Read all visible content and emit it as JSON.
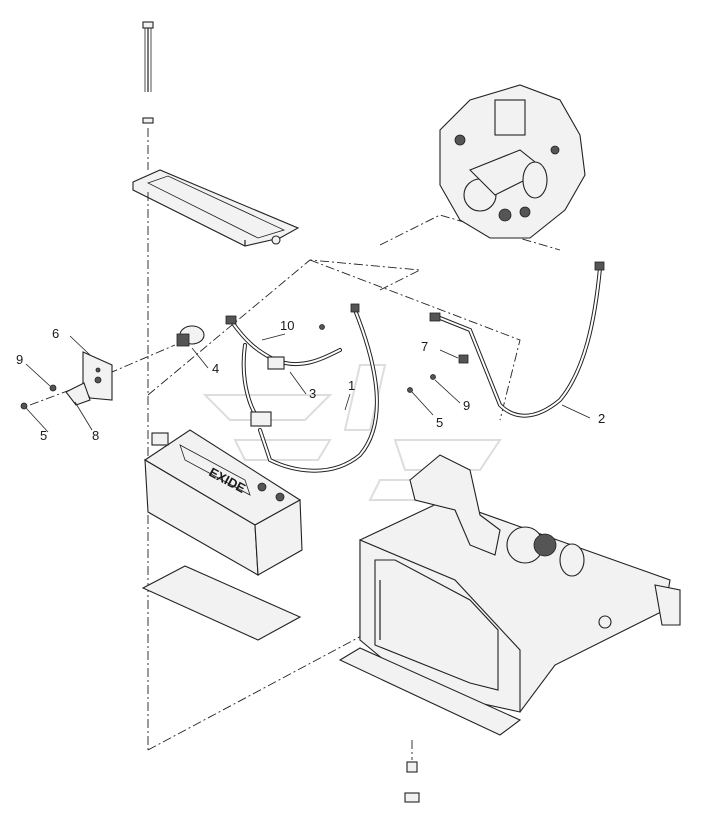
{
  "callouts": [
    {
      "id": "c1",
      "label": "1"
    },
    {
      "id": "c2",
      "label": "2"
    },
    {
      "id": "c3",
      "label": "3"
    },
    {
      "id": "c4",
      "label": "4"
    },
    {
      "id": "c5a",
      "label": "5"
    },
    {
      "id": "c5b",
      "label": "5"
    },
    {
      "id": "c6",
      "label": "6"
    },
    {
      "id": "c7",
      "label": "7"
    },
    {
      "id": "c8",
      "label": "8"
    },
    {
      "id": "c9a",
      "label": "9"
    },
    {
      "id": "c9b",
      "label": "9"
    },
    {
      "id": "c10",
      "label": "10"
    }
  ],
  "battery": {
    "brand_label": "EXIDE"
  }
}
